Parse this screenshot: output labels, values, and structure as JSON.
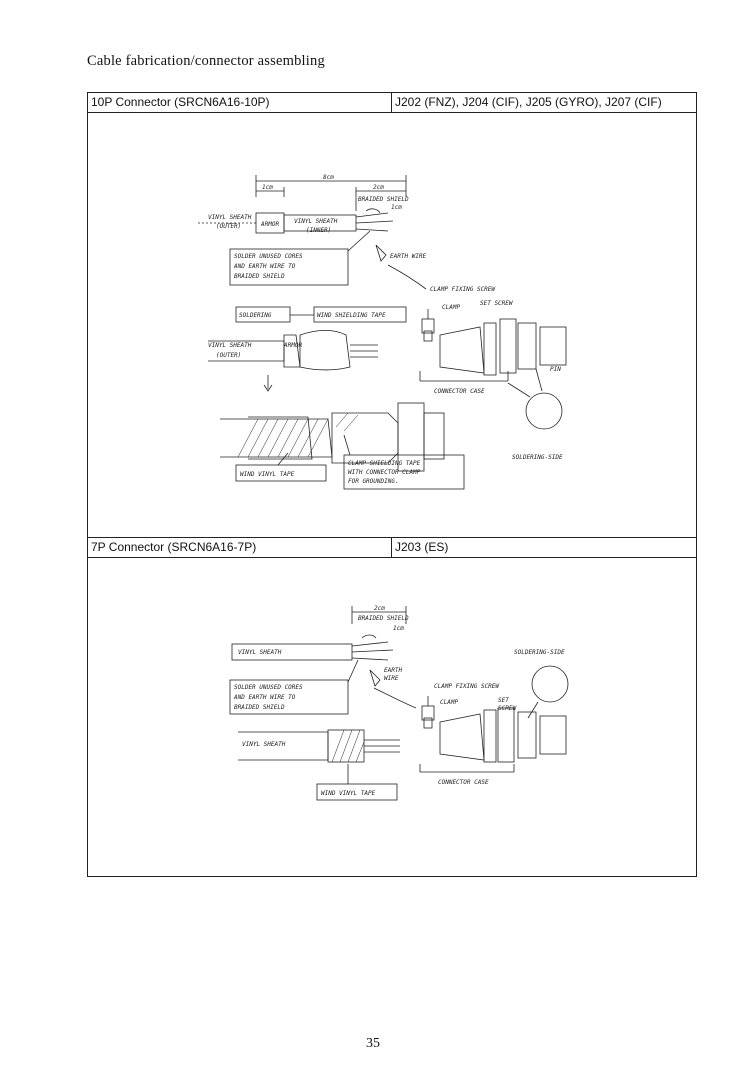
{
  "page": {
    "title": "Cable fabrication/connector assembling",
    "page_number": "35"
  },
  "table": {
    "row1": {
      "col1": "10P Connector (SRCN6A16-10P)",
      "col2": "J202 (FNZ), J204 (CIF), J205 (GYRO), J207 (CIF)"
    },
    "row2": {
      "col1": "7P Connector (SRCN6A16-7P)",
      "col2": "J203 (ES)"
    }
  },
  "diagram1": {
    "dim_8cm": "8cm",
    "dim_1cm": "1cm",
    "dim_2cm": "2cm",
    "braided_shield": "BRAIDED SHIELD",
    "dim_1cm_b": "1cm",
    "vinyl_sheath_outer_1": "VINYL SHEATH",
    "vinyl_sheath_outer_2": "(OUTER)",
    "armor": "ARMOR",
    "vinyl_sheath_inner_1": "VINYL SHEATH",
    "vinyl_sheath_inner_2": "(INNER)",
    "solder_note_1": "SOLDER UNUSED CORES",
    "solder_note_2": "AND EARTH WIRE TO",
    "solder_note_3": "BRAIDED SHIELD",
    "earth_wire": "EARTH WIRE",
    "clamp_fixing_screw": "CLAMP FIXING SCREW",
    "clamp": "CLAMP",
    "set_screw": "SET SCREW",
    "soldering": "SOLDERING",
    "wind_shielding_tape": "WIND SHIELDING TAPE",
    "vinyl_sheath2_1": "VINYL SHEATH",
    "vinyl_sheath2_2": "(OUTER)",
    "armor2": "ARMOR",
    "pin": "PIN",
    "connector_case": "CONNECTOR CASE",
    "wind_vinyl_tape": "WIND VINYL TAPE",
    "clamp_note_1": "CLAMP SHIELDING TAPE",
    "clamp_note_2": "WITH CONNECTOR CLAMP",
    "clamp_note_3": "FOR GROUNDING.",
    "soldering_side": "SOLDERING-SIDE"
  },
  "diagram2": {
    "dim_2cm": "2cm",
    "braided_shield": "BRAIDED SHIELD",
    "dim_1cm": "1cm",
    "vinyl_sheath": "VINYL SHEATH",
    "soldering_side": "SOLDERING-SIDE",
    "earth_wire_1": "EARTH",
    "earth_wire_2": "WIRE",
    "solder_note_1": "SOLDER UNUSED CORES",
    "solder_note_2": "AND EARTH WIRE TO",
    "solder_note_3": "BRAIDED SHIELD",
    "clamp_fixing_screw": "CLAMP FIXING SCREW",
    "clamp": "CLAMP",
    "set_1": "SET",
    "set_2": "SCREW",
    "vinyl_sheath_b": "VINYL SHEATH",
    "connector_case": "CONNECTOR CASE",
    "wind_vinyl_tape": "WIND VINYL TAPE"
  }
}
